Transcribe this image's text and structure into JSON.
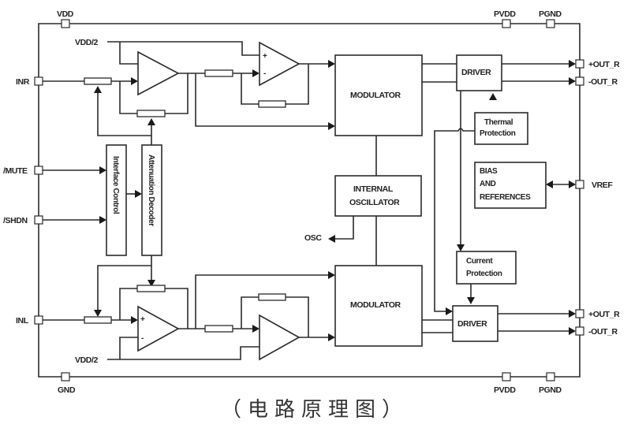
{
  "diagram": {
    "caption": "（电路原理图）",
    "pins": {
      "vdd": "VDD",
      "gnd": "GND",
      "pvdd_top": "PVDD",
      "pgnd_top": "PGND",
      "pvdd_bottom": "PVDD",
      "pgnd_bottom": "PGND",
      "inr": "INR",
      "inl": "INL",
      "mute": "/MUTE",
      "shdn": "/SHDN",
      "out_r_pos_top": "+OUT_R",
      "out_r_neg_top": "-OUT_R",
      "out_r_pos_bottom": "+OUT_R",
      "out_r_neg_bottom": "-OUT_R",
      "vref": "VREF",
      "osc": "OSC"
    },
    "labels": {
      "vdd_half_top": "VDD/2",
      "vdd_half_bottom": "VDD/2"
    },
    "blocks": {
      "modulator_top": "MODULATOR",
      "modulator_bottom": "MODULATOR",
      "driver_top": "DRIVER",
      "driver_bottom": "DRIVER",
      "thermal_line1": "Thermal",
      "thermal_line2": "Protection",
      "current_line1": "Current",
      "current_line2": "Protection",
      "osc_line1": "INTERNAL",
      "osc_line2": "OSCILLATOR",
      "bias_line1": "BIAS",
      "bias_line2": "AND",
      "bias_line3": "REFERENCES",
      "interface_control": "Interface Control",
      "attenuation_decoder": "Attenuation Decoder"
    },
    "opamp_signs": {
      "plus": "+",
      "minus": "-"
    }
  }
}
